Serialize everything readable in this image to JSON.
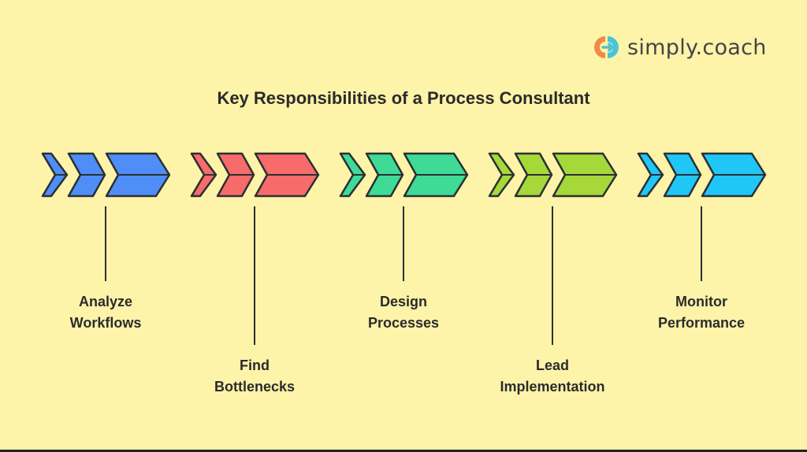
{
  "title": "Key Responsibilities of a Process Consultant",
  "logo": {
    "text": "simply.coach",
    "colors": {
      "left": "#f08a45",
      "right": "#4bc4d6"
    }
  },
  "steps": [
    {
      "label_line1": "Analyze",
      "label_line2": "Workflows",
      "color": "#4f8ef6",
      "label_position": "upper"
    },
    {
      "label_line1": "Find",
      "label_line2": "Bottlenecks",
      "color": "#f76b6b",
      "label_position": "lower"
    },
    {
      "label_line1": "Design",
      "label_line2": "Processes",
      "color": "#3edb97",
      "label_position": "upper"
    },
    {
      "label_line1": "Lead",
      "label_line2": "Implementation",
      "color": "#a6d83a",
      "label_position": "lower"
    },
    {
      "label_line1": "Monitor",
      "label_line2": "Performance",
      "color": "#1fc6f6",
      "label_position": "upper"
    }
  ],
  "outline_color": "#2a2f33"
}
